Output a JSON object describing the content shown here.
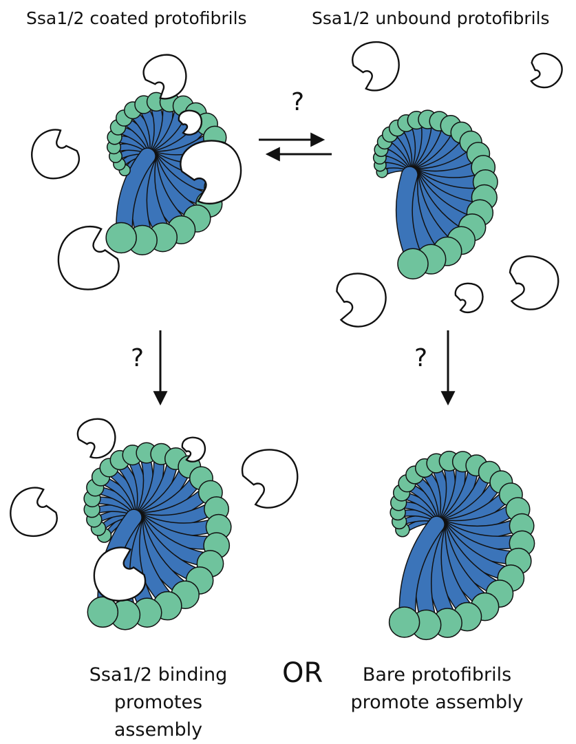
{
  "titles": {
    "left": "Ssa1/2 coated protofibrils",
    "right": "Ssa1/2 unbound protofibrils"
  },
  "question_marks": {
    "equilibrium": "?",
    "left_arrow": "?",
    "right_arrow": "?"
  },
  "captions": {
    "left_line1": "Ssa1/2 binding",
    "left_line2": "promotes assembly",
    "or": "OR",
    "right_line1": "Bare protofibrils",
    "right_line2": "promote assembly"
  },
  "colors": {
    "protofibril_blue": "#3b74b9",
    "domain_green": "#6fc39d",
    "chaperone_white": "#ffffff",
    "outline": "#111111"
  },
  "icons": [
    "equilibrium-arrows",
    "down-arrow",
    "chaperone-shape",
    "protofibril-spiral"
  ]
}
